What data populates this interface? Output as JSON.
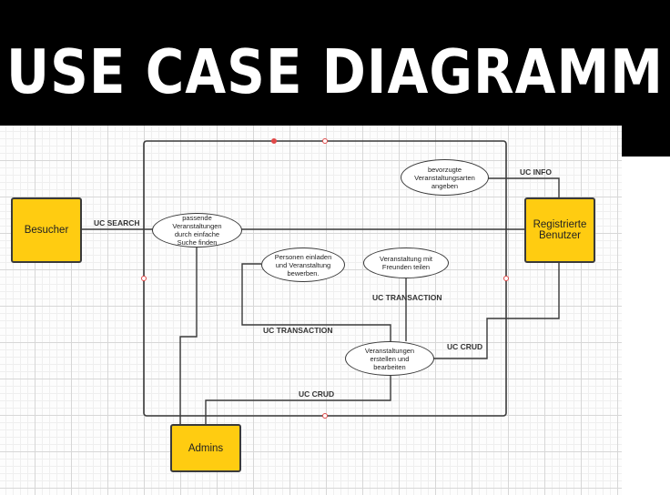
{
  "title": "USE CASE DIAGRAMM",
  "actors": {
    "besucher": "Besucher",
    "registrierte_benutzer": "Registrierte\nBenutzer",
    "admins": "Admins"
  },
  "use_cases": {
    "suche": "passende\nVeranstaltungen\ndurch einfache\nSuche finden",
    "veranstaltungsarten": "bevorzugte\nVeranstaltungsarten\nangeben",
    "einladen": "Personen einladen\nund Veranstaltung\nbewerben.",
    "teilen": "Veranstaltung mit\nFreunden teilen",
    "erstellen": "Veranstaltungen\nerstellen und\nbearbeiten"
  },
  "edge_labels": {
    "search": "UC SEARCH",
    "info": "UC INFO",
    "transaction_right": "UC TRANSACTION",
    "transaction_left": "UC TRANSACTION",
    "crud_right": "UC CRUD",
    "crud_bottom": "UC CRUD"
  },
  "colors": {
    "actor_fill": "#ffcc11",
    "line": "#3a3a3a",
    "handle": "#e04848",
    "title_bg": "#000000",
    "title_text": "#ffffff"
  }
}
